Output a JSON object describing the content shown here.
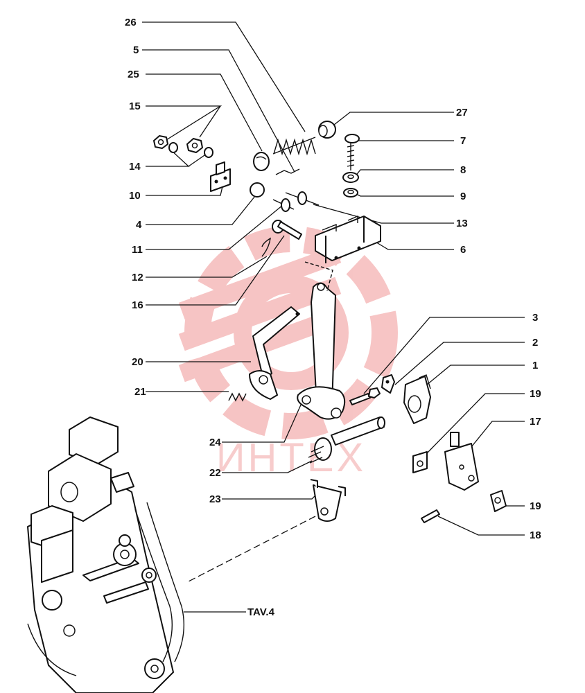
{
  "labels": [
    {
      "id": "p26",
      "text": "26"
    },
    {
      "id": "p5",
      "text": "5"
    },
    {
      "id": "p25",
      "text": "25"
    },
    {
      "id": "p15",
      "text": "15"
    },
    {
      "id": "p14",
      "text": "14"
    },
    {
      "id": "p10",
      "text": "10"
    },
    {
      "id": "p4",
      "text": "4"
    },
    {
      "id": "p11",
      "text": "11"
    },
    {
      "id": "p12",
      "text": "12"
    },
    {
      "id": "p16",
      "text": "16"
    },
    {
      "id": "p20",
      "text": "20"
    },
    {
      "id": "p21",
      "text": "21"
    },
    {
      "id": "p24",
      "text": "24"
    },
    {
      "id": "p22",
      "text": "22"
    },
    {
      "id": "p23",
      "text": "23"
    },
    {
      "id": "p27",
      "text": "27"
    },
    {
      "id": "p7",
      "text": "7"
    },
    {
      "id": "p8",
      "text": "8"
    },
    {
      "id": "p9",
      "text": "9"
    },
    {
      "id": "p13",
      "text": "13"
    },
    {
      "id": "p6",
      "text": "6"
    },
    {
      "id": "p3",
      "text": "3"
    },
    {
      "id": "p2",
      "text": "2"
    },
    {
      "id": "p1",
      "text": "1"
    },
    {
      "id": "p19a",
      "text": "19"
    },
    {
      "id": "p17",
      "text": "17"
    },
    {
      "id": "p19b",
      "text": "19"
    },
    {
      "id": "p18",
      "text": "18"
    }
  ],
  "reference": "TAV.4",
  "watermark": {
    "text": "ИНТЕХ",
    "color": "#f2a0a0"
  }
}
